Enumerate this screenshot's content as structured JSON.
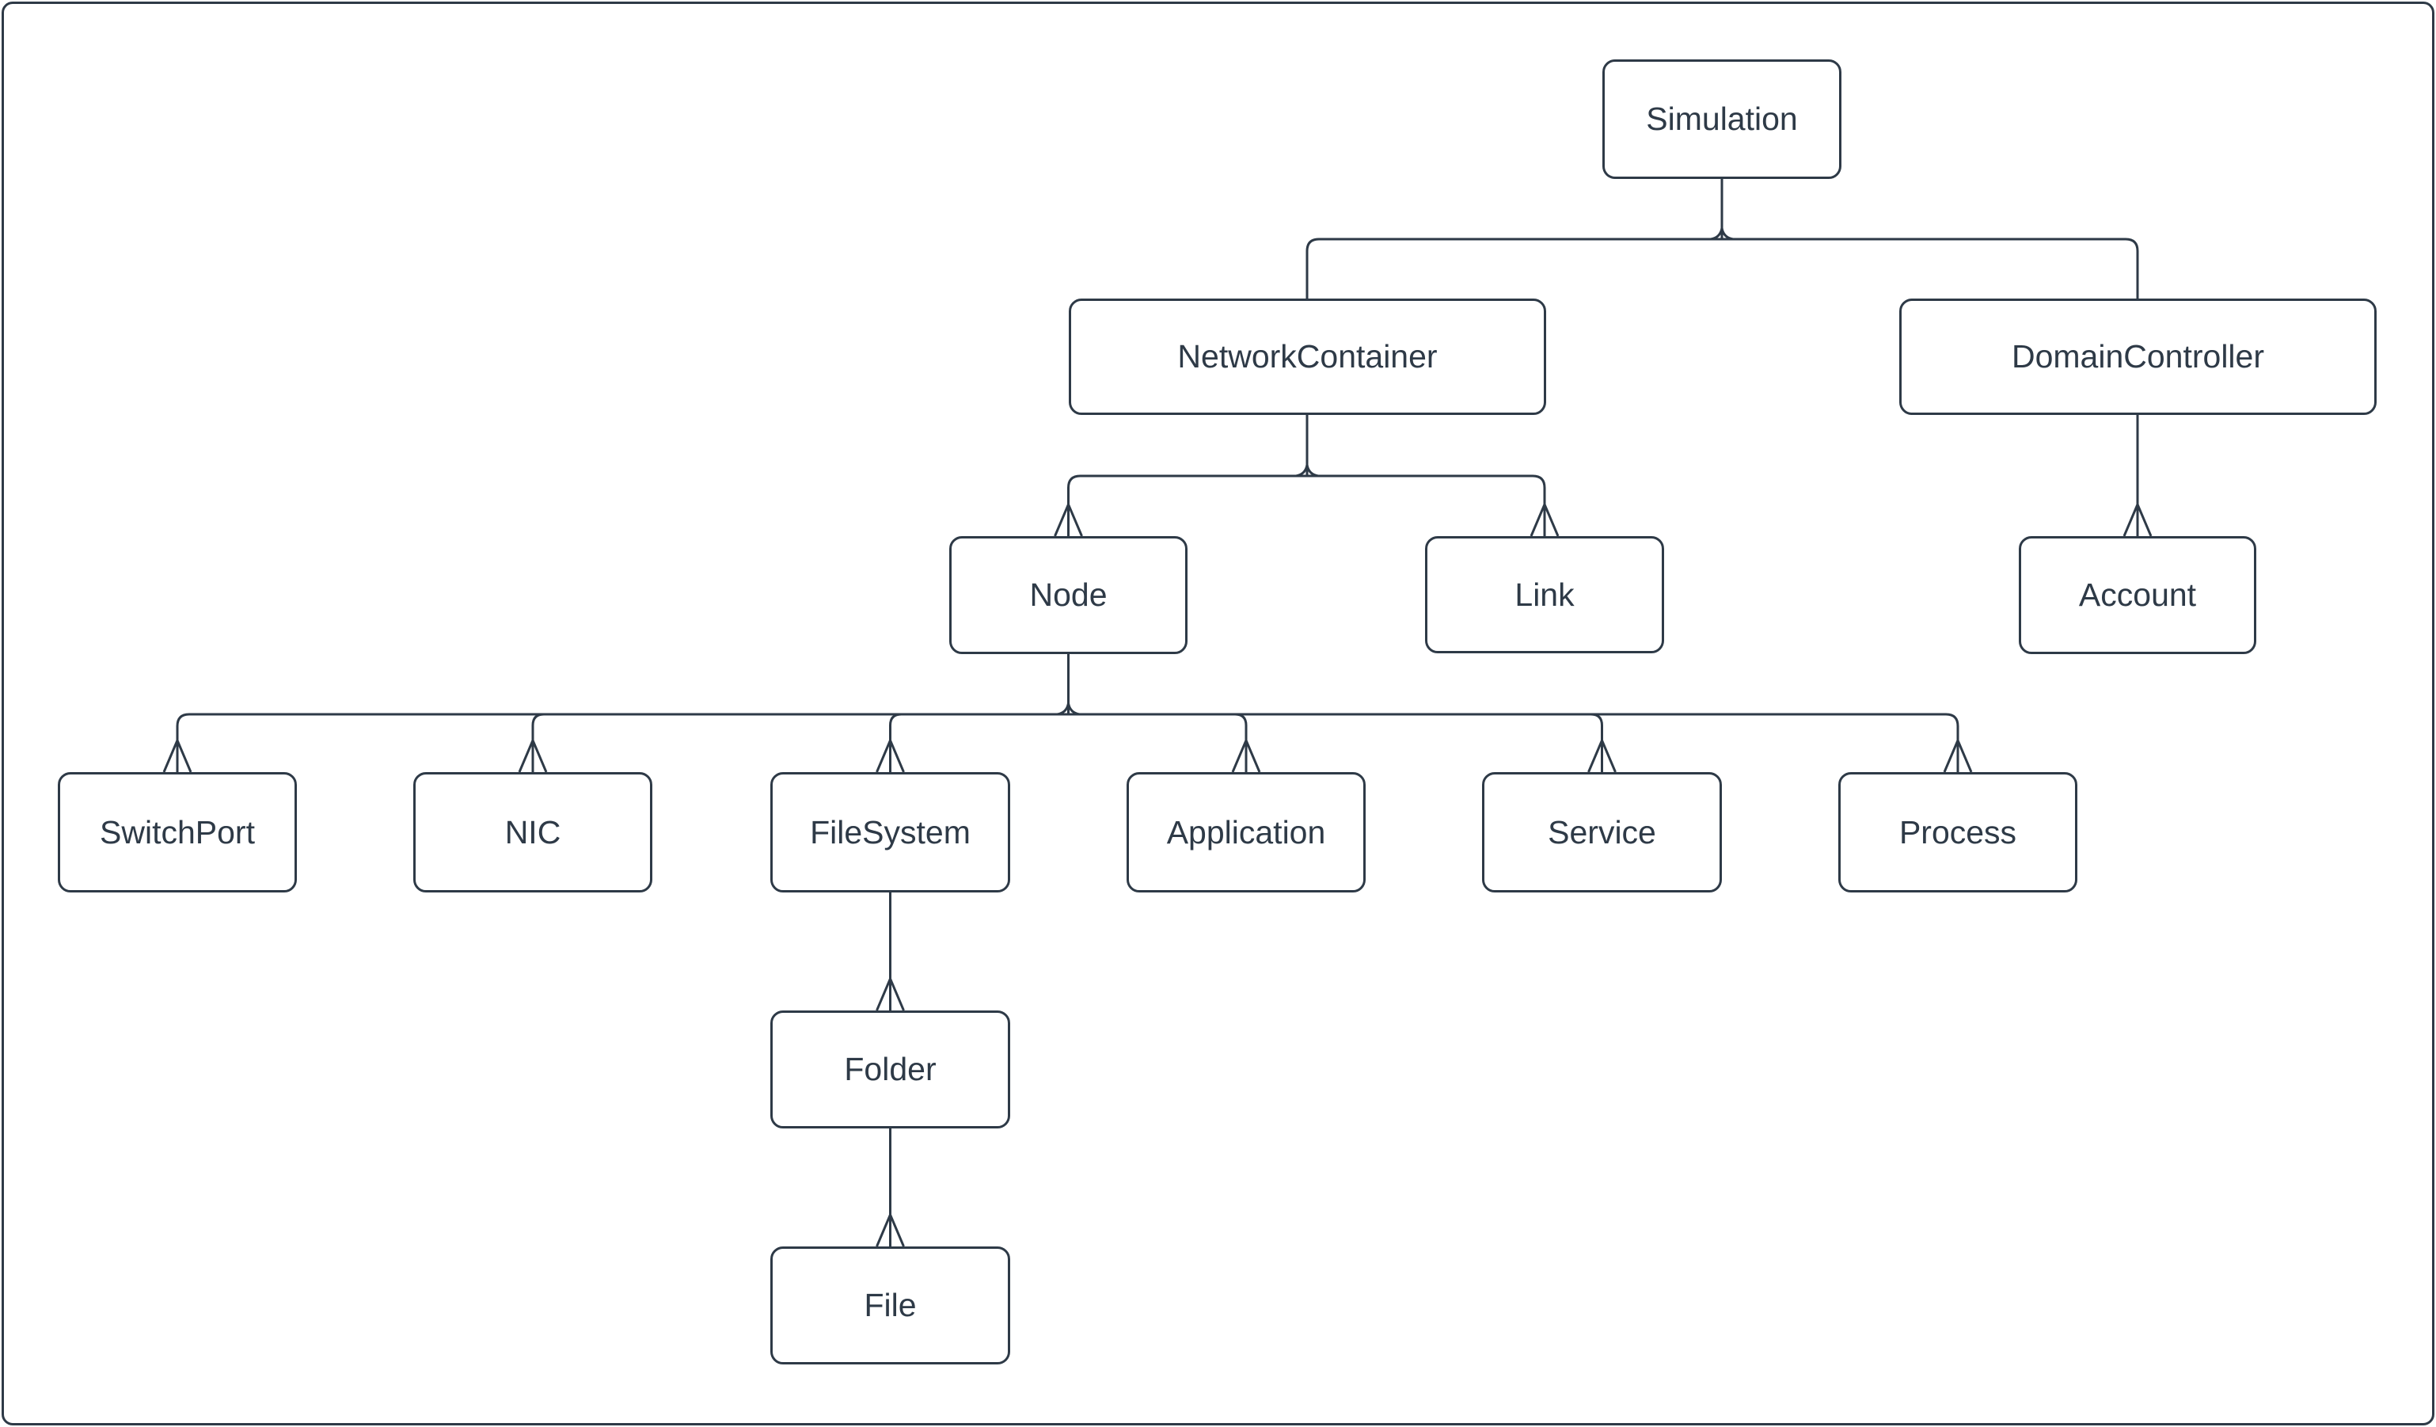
{
  "canvas": {
    "background": "#ffffff",
    "border_color": "#2e3a47"
  },
  "diagram": {
    "type": "hierarchy-tree",
    "stroke_color": "#2e3a47",
    "text_color": "#2e3a47",
    "arrowhead_style": "open-caret-up",
    "nodes": {
      "simulation": "Simulation",
      "network_container": "NetworkContainer",
      "domain_controller": "DomainController",
      "node": "Node",
      "link": "Link",
      "account": "Account",
      "switch_port": "SwitchPort",
      "nic": "NIC",
      "file_system": "FileSystem",
      "application": "Application",
      "service": "Service",
      "process": "Process",
      "folder": "Folder",
      "file": "File"
    },
    "edges": [
      {
        "parent": "Simulation",
        "child": "NetworkContainer"
      },
      {
        "parent": "Simulation",
        "child": "DomainController"
      },
      {
        "parent": "NetworkContainer",
        "child": "Node"
      },
      {
        "parent": "NetworkContainer",
        "child": "Link"
      },
      {
        "parent": "DomainController",
        "child": "Account"
      },
      {
        "parent": "Node",
        "child": "SwitchPort"
      },
      {
        "parent": "Node",
        "child": "NIC"
      },
      {
        "parent": "Node",
        "child": "FileSystem"
      },
      {
        "parent": "Node",
        "child": "Application"
      },
      {
        "parent": "Node",
        "child": "Service"
      },
      {
        "parent": "Node",
        "child": "Process"
      },
      {
        "parent": "FileSystem",
        "child": "Folder"
      },
      {
        "parent": "Folder",
        "child": "File"
      }
    ]
  }
}
